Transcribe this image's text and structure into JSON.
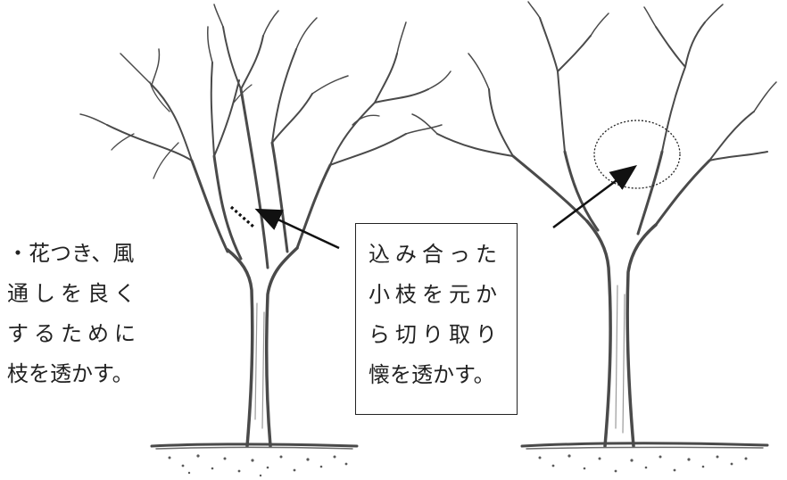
{
  "left_note": {
    "lines": [
      "・花つき、風",
      "通しを良く",
      "するために",
      "枝を透かす。"
    ]
  },
  "box_note": {
    "lines": [
      "込み合った",
      "小枝を元か",
      "ら切り取り",
      "懐を透かす。"
    ]
  },
  "colors": {
    "ink": "#3a3a3a",
    "pencil": "#8a8a8a",
    "text": "#222222"
  }
}
